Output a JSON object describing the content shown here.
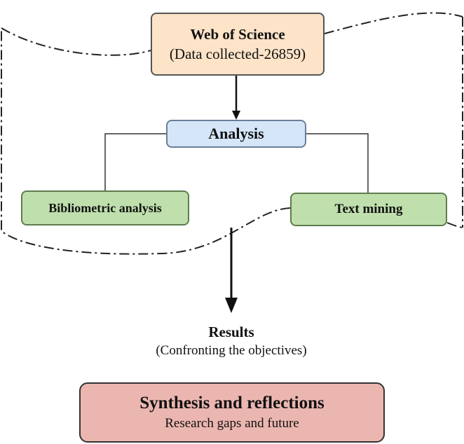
{
  "source": {
    "title": "Web of Science",
    "subtitle": "(Data collected-26859)"
  },
  "analysis": {
    "label": "Analysis"
  },
  "methods": {
    "bibliometric": "Bibliometric analysis",
    "text_mining": "Text mining"
  },
  "results": {
    "title": "Results",
    "subtitle": "(Confronting the objectives)"
  },
  "synthesis": {
    "title": "Synthesis and reflections",
    "subtitle": "Research gaps and future"
  },
  "colors": {
    "source_fill": "#fde3c8",
    "analysis_fill": "#d4e6f8",
    "method_fill": "#bfe0ad",
    "synthesis_fill": "#ecb6b0"
  }
}
